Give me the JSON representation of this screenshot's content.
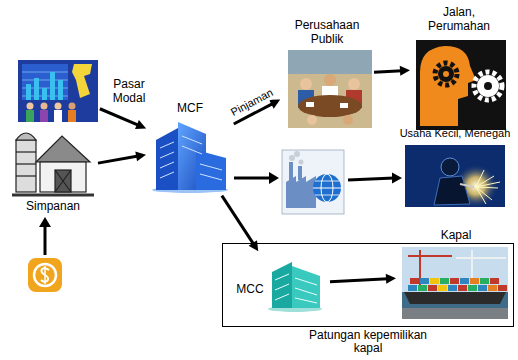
{
  "diagram": {
    "nodes": [
      {
        "text": [
          "Pasar Modal"
        ]
      },
      {
        "text": [
          "Simpanan"
        ]
      },
      {
        "text": [
          "MCF"
        ]
      },
      {
        "text": [
          "Perusahaan Publik"
        ]
      },
      {
        "text": [
          "Jalan, Perumahan"
        ]
      },
      {
        "text": [
          "Usaha Kecil, Menegah"
        ]
      },
      {
        "text": [
          "Patungan kepemilikan kapal"
        ]
      },
      {
        "text": [
          "MCC"
        ],
        "in": 6
      },
      {
        "text": [
          "Kapal"
        ],
        "in": 6
      }
    ],
    "edges": [
      {
        "from": 0,
        "to": 2,
        "arrow": "to"
      },
      {
        "from": 1,
        "to": 2,
        "arrow": "to"
      },
      {
        "from": 2,
        "to": 3,
        "label": "Pinjaman",
        "arrow": "to"
      },
      {
        "from": 3,
        "to": 4,
        "arrow": "to"
      },
      {
        "from": 2,
        "to": 7,
        "arrow": "to"
      },
      {
        "from": 7,
        "to": 8,
        "arrow": "to"
      }
    ]
  }
}
